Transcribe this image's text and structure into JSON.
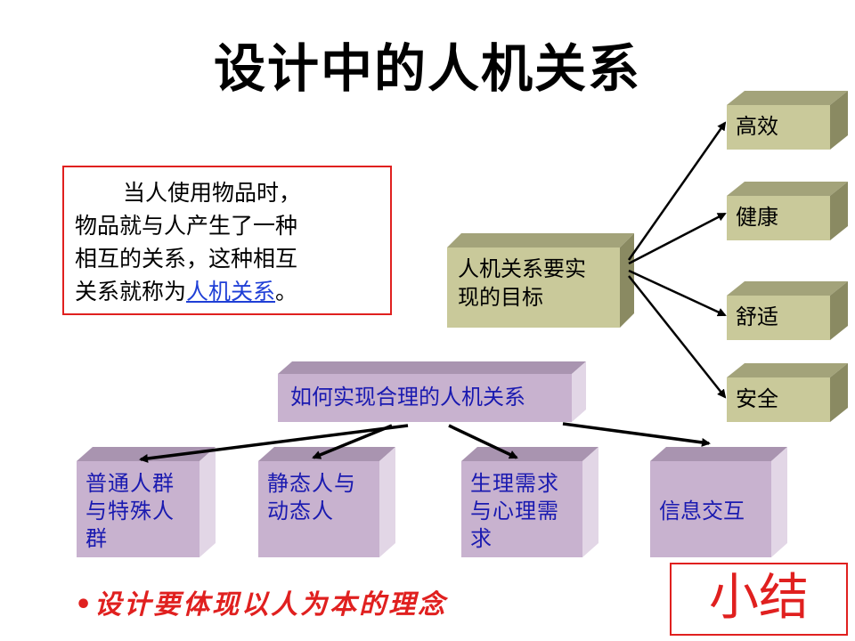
{
  "title": "设计中的人机关系",
  "intro": {
    "line1": "当人使用物品时，",
    "line2": "物品就与人产生了一种",
    "line3": "相互的关系，这种相互",
    "line4_prefix": "关系就称为",
    "line4_link": "人机关系",
    "line4_suffix": "。"
  },
  "goal": {
    "line1": "人机关系要实",
    "line2": "现的目标"
  },
  "goals": [
    "高效",
    "健康",
    "舒适",
    "安全"
  ],
  "how": "如何实现合理的人机关系",
  "methods": [
    {
      "lines": [
        "普通人群",
        "与特殊人",
        "群"
      ]
    },
    {
      "lines": [
        "静态人与",
        "动态人"
      ]
    },
    {
      "lines": [
        "生理需求",
        "与心理需",
        "求"
      ]
    },
    {
      "lines": [
        "信息交互"
      ]
    }
  ],
  "bullet": "•设计要体现以人为本的理念",
  "summary": "小结",
  "colors": {
    "olive_front": "#c9c99a",
    "olive_top": "#a3a37a",
    "olive_side": "#8a8a62",
    "lilac_front": "#c8b2cf",
    "lilac_top": "#a994b0",
    "lilac_side": "#e2d6e6",
    "blue_text": "#1a1ab0",
    "red": "#e0201f"
  }
}
